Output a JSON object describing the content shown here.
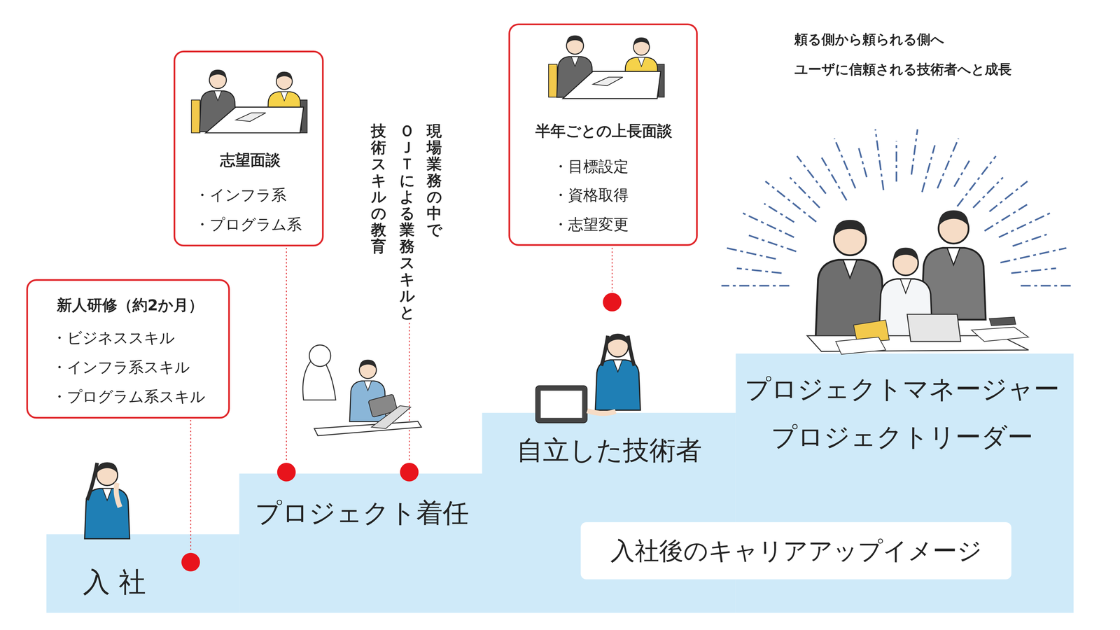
{
  "diagram": {
    "title": "入社後のキャリアアップイメージ",
    "nodes": [
      {
        "text": [
          "新人研修（約2か月）",
          "・ビジネススキル",
          "・インフラ系スキル",
          "・プログラム系スキル"
        ]
      },
      {
        "text": [
          "志望面談",
          "・インフラ系",
          "・プログラム系"
        ]
      },
      {
        "text": [
          "半年ごとの上長面談",
          "・目標設定",
          "・資格取得",
          "・志望変更"
        ]
      },
      {
        "text": [
          "入 社"
        ]
      },
      {
        "text": [
          "プロジェクト着任"
        ]
      },
      {
        "text": [
          "自立した技術者"
        ]
      },
      {
        "text": [
          "プロジェクトマネージャー",
          "プロジェクトリーダー"
        ]
      }
    ],
    "labels": [
      "現場業務の中で",
      "ＯＪＴによる業務スキルと",
      "技術スキルの教育",
      "頼る側から頼られる側へ",
      "ユーザに信頼される技術者へと成長"
    ]
  }
}
